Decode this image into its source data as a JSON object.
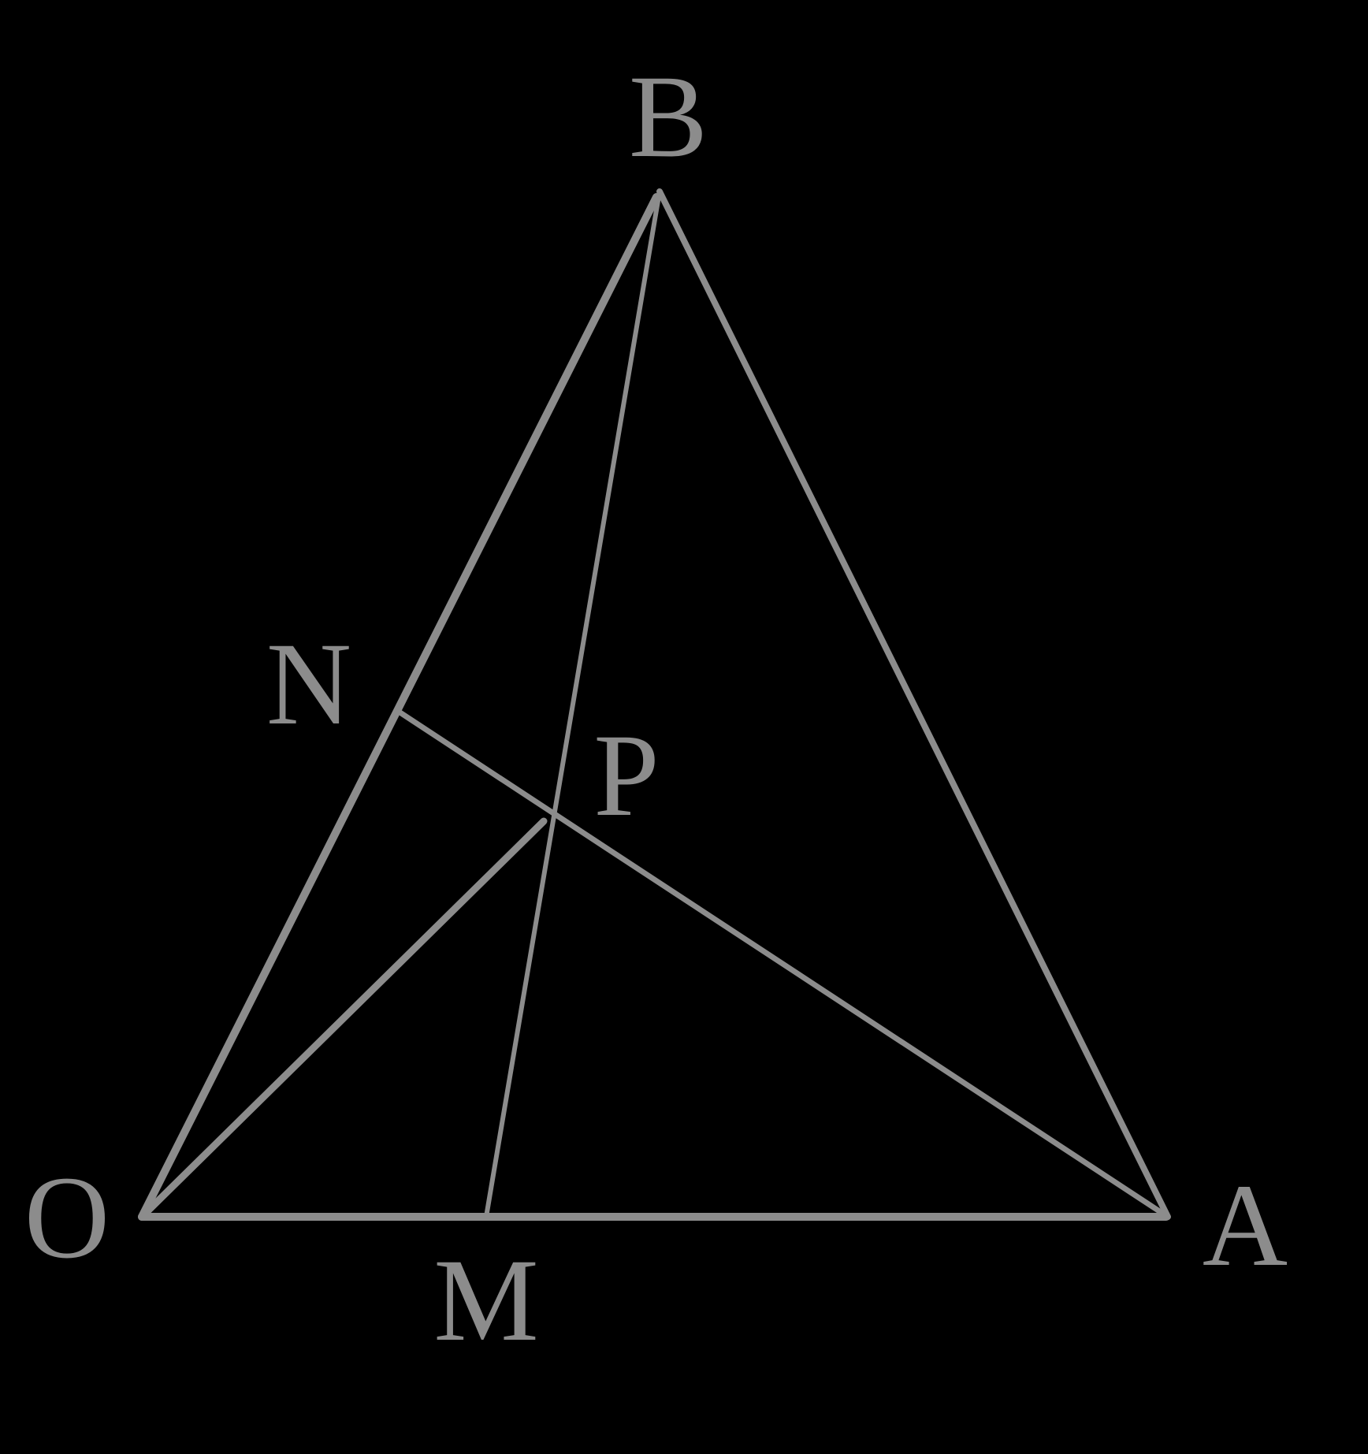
{
  "diagram": {
    "background_color": "#000000",
    "line_color": "#8c8c8c",
    "points": {
      "O": {
        "label": "O"
      },
      "A": {
        "label": "A"
      },
      "B": {
        "label": "B"
      },
      "M": {
        "label": "M"
      },
      "N": {
        "label": "N"
      },
      "P": {
        "label": "P"
      }
    },
    "vectors": [
      {
        "from": "O",
        "to": "A"
      },
      {
        "from": "O",
        "to": "B"
      },
      {
        "from": "O",
        "to": "P"
      }
    ],
    "segments": [
      {
        "from": "A",
        "to": "B"
      },
      {
        "from": "B",
        "to": "M"
      },
      {
        "from": "A",
        "to": "N"
      }
    ]
  }
}
